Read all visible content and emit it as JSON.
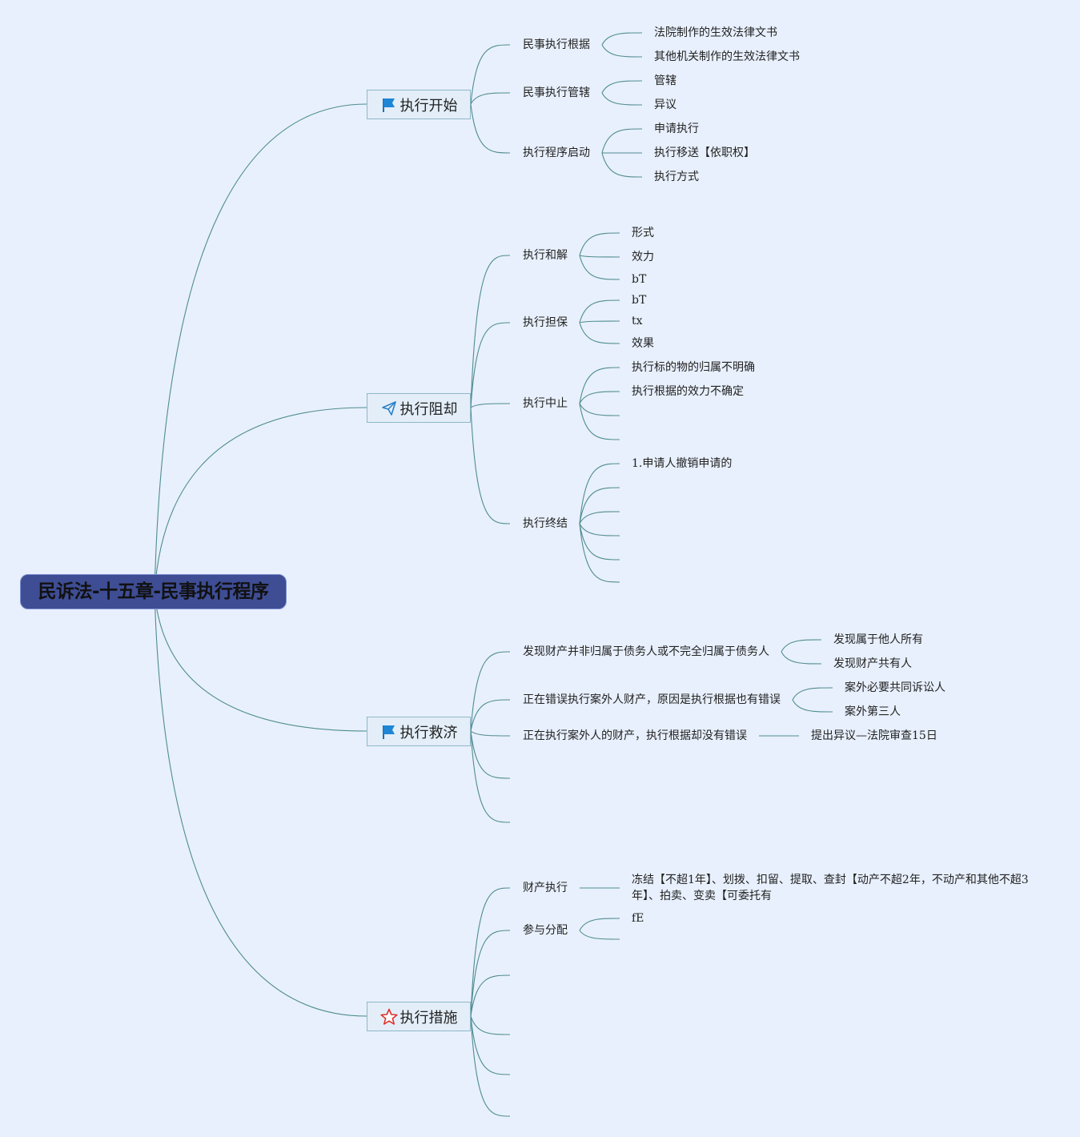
{
  "title": "民诉法-十五章-民事执行程序",
  "branches": [
    {
      "label": "执行开始",
      "icon": "flag-icon",
      "children": [
        {
          "label": "民事执行根据",
          "children": [
            "法院制作的生效法律文书",
            "其他机关制作的生效法律文书"
          ]
        },
        {
          "label": "民事执行管辖",
          "children": [
            "管辖",
            "异议"
          ]
        },
        {
          "label": "执行程序启动",
          "children": [
            "申请执行",
            "执行移送【依职权】",
            "执行方式"
          ]
        }
      ]
    },
    {
      "label": "执行阻却",
      "icon": "paper-plane-icon",
      "children": [
        {
          "label": "执行和解",
          "children": [
            "形式",
            "效力",
            "bT"
          ]
        },
        {
          "label": "执行担保",
          "children": [
            "bT",
            "tx",
            "效果"
          ]
        },
        {
          "label": "执行中止",
          "children": [
            "执行标的物的归属不明确",
            "执行根据的效力不确定",
            "",
            ""
          ]
        },
        {
          "label": "执行终结",
          "children": [
            "1.申请人撤销申请的",
            "",
            "",
            "",
            "",
            ""
          ]
        }
      ]
    },
    {
      "label": "执行救济",
      "icon": "flag-icon",
      "children": [
        {
          "label": "发现财产并非归属于债务人或不完全归属于债务人",
          "children": [
            "发现属于他人所有",
            "发现财产共有人"
          ]
        },
        {
          "label": "正在错误执行案外人财产，原因是执行根据也有错误",
          "children": [
            "案外必要共同诉讼人",
            "案外第三人"
          ]
        },
        {
          "label": "正在执行案外人的财产，执行根据却没有错误",
          "children": [
            "提出异议—法院审查15日"
          ]
        },
        {
          "label": "",
          "children": []
        },
        {
          "label": "",
          "children": []
        }
      ]
    },
    {
      "label": "执行措施",
      "icon": "star-icon",
      "children": [
        {
          "label": "财产执行",
          "children": [
            "冻结【不超1年】、划拨、扣留、提取、查封【动产不超2年，不动产和其他不超3年】、拍卖、变卖【可委托有"
          ]
        },
        {
          "label": "参与分配",
          "children": [
            "fE",
            ""
          ]
        },
        {
          "label": "",
          "children": []
        },
        {
          "label": "",
          "children": []
        },
        {
          "label": "",
          "children": []
        },
        {
          "label": "",
          "children": []
        }
      ]
    }
  ],
  "colors": {
    "background": "#e8f0fd",
    "root": "#3e4d94",
    "link": "#4f8c8f",
    "branch_border": "#8fb7c7"
  }
}
